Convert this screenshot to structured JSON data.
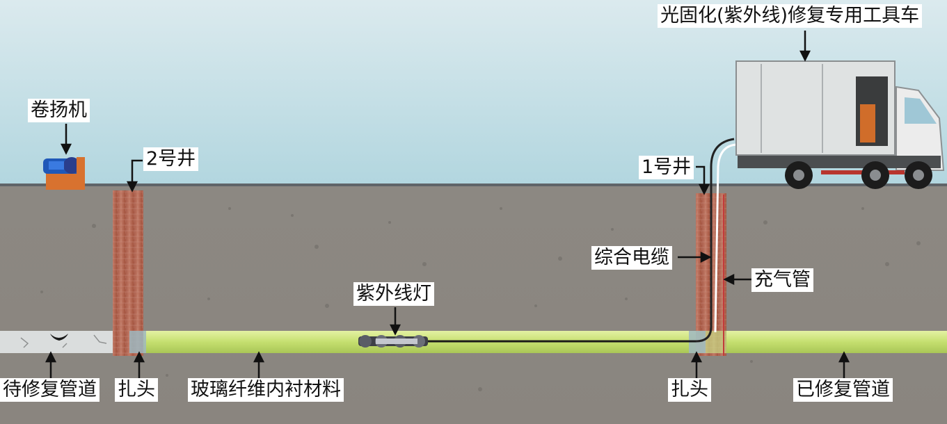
{
  "labels": {
    "truck": "光固化(紫外线)修复专用工具车",
    "winch": "卷扬机",
    "well_2": "2号井",
    "well_1": "1号井",
    "cable": "综合电缆",
    "air_hose": "充气管",
    "uv_lamp": "紫外线灯",
    "pipe_to_repair": "待修复管道",
    "packer_left": "扎头",
    "liner": "玻璃纤维内衬材料",
    "packer_right": "扎头",
    "repaired_pipe": "已修复管道"
  },
  "colors": {
    "sky_top": "#d8e9ec",
    "sky_bottom": "#b3d8e0",
    "soil": "#8f8a84",
    "brick": "#b0614f",
    "liner": "#c9e07a",
    "old_pipe": "#d9dcdc"
  }
}
